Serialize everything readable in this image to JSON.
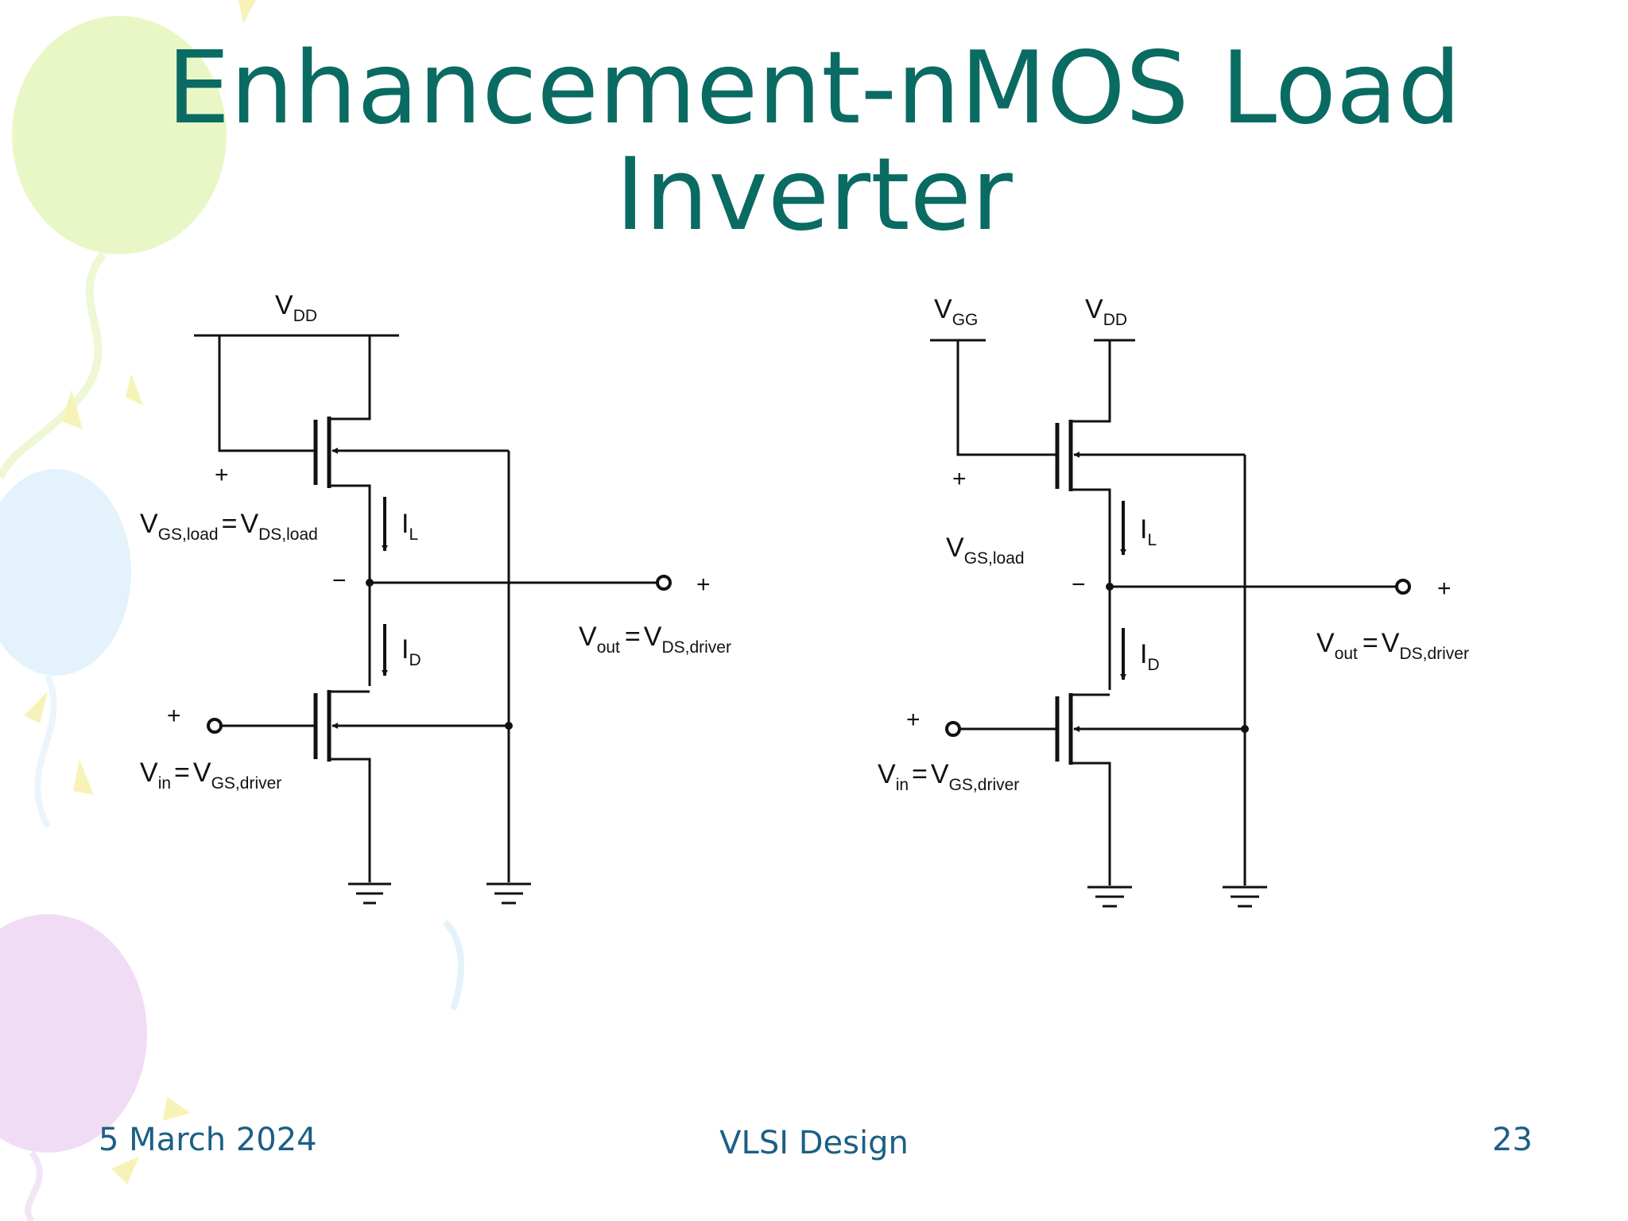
{
  "slide": {
    "title_line1": "Enhancement-nMOS Load",
    "title_line2": "Inverter"
  },
  "diagram_left": {
    "vdd": {
      "main": "V",
      "sub": "DD"
    },
    "vgs_eq": {
      "a": "V",
      "a_sub": "GS,load",
      "eq": "=",
      "b": "V",
      "b_sub": "DS,load"
    },
    "plus_gs": "+",
    "minus_gs": "−",
    "il": {
      "main": "I",
      "sub": "L"
    },
    "id": {
      "main": "I",
      "sub": "D"
    },
    "out_plus": "+",
    "vout": {
      "a": "V",
      "a_sub": "out",
      "eq": "=",
      "b": "V",
      "b_sub": "DS,driver"
    },
    "in_plus": "+",
    "vin": {
      "a": "V",
      "a_sub": "in",
      "eq": "=",
      "b": "V",
      "b_sub": "GS,driver"
    }
  },
  "diagram_right": {
    "vgg": {
      "main": "V",
      "sub": "GG"
    },
    "vdd": {
      "main": "V",
      "sub": "DD"
    },
    "plus_gs": "+",
    "vgs": {
      "main": "V",
      "sub": "GS,load"
    },
    "minus_gs": "−",
    "il": {
      "main": "I",
      "sub": "L"
    },
    "id": {
      "main": "I",
      "sub": "D"
    },
    "out_plus": "+",
    "vout": {
      "a": "V",
      "a_sub": "out",
      "eq": "=",
      "b": "V",
      "b_sub": "DS,driver"
    },
    "in_plus": "+",
    "vin": {
      "a": "V",
      "a_sub": "in",
      "eq": "=",
      "b": "V",
      "b_sub": "GS,driver"
    }
  },
  "footer": {
    "date": "5 March 2024",
    "course": "VLSI Design",
    "page": "23"
  },
  "colors": {
    "title": "#0a6b62",
    "footer": "#1c5f86",
    "wire": "#111111",
    "balloon_green": "#e9f7c6",
    "balloon_blue": "#e3f2fb",
    "balloon_purple": "#f1dcf5",
    "confetti_yellow": "#f7f3b8"
  }
}
